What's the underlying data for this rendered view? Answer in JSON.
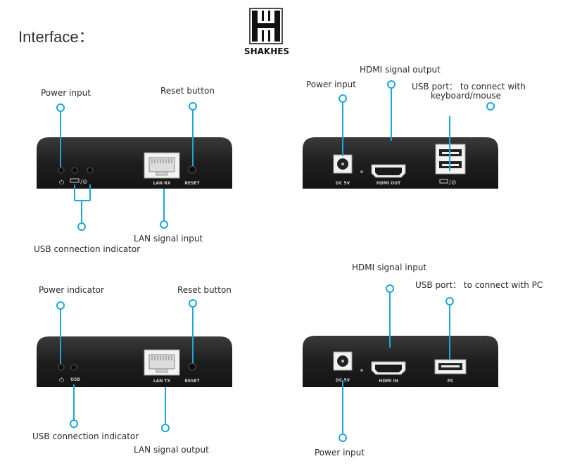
{
  "title": "Interface：",
  "logo": {
    "text": "SHAKHES"
  },
  "colors": {
    "accent": "#1ea6d8",
    "device": "#222222",
    "port_text": "#cfcfcf"
  },
  "panels": {
    "rx_front": {
      "labels": {
        "power": "Power input",
        "reset": "Reset button",
        "usb_indicator": "USB connection indicator",
        "lan": "LAN signal  input"
      },
      "ports": {
        "lan": "LAN RX",
        "reset": "RESET"
      }
    },
    "rx_back": {
      "labels": {
        "hdmi": "HDMI signal output",
        "power": "Power input",
        "usb_line1": "USB port： to connect with",
        "usb_line2": "keyboard/mouse"
      },
      "ports": {
        "dc": "DC 5V",
        "hdmi": "HDMI OUT"
      }
    },
    "tx_front": {
      "labels": {
        "power": "Power indicator",
        "reset": "Reset button",
        "usb_indicator": "USB connection  indicator",
        "lan": "LAN signal output"
      },
      "ports": {
        "usb": "USB",
        "lan": "LAN TX",
        "reset": "RESET"
      }
    },
    "tx_back": {
      "labels": {
        "hdmi": "HDMI signal input",
        "usb": "USB port： to connect with PC",
        "power": "Power input"
      },
      "ports": {
        "dc": "DC 5V",
        "hdmi": "HDMI IN",
        "pc": "PC"
      }
    }
  }
}
